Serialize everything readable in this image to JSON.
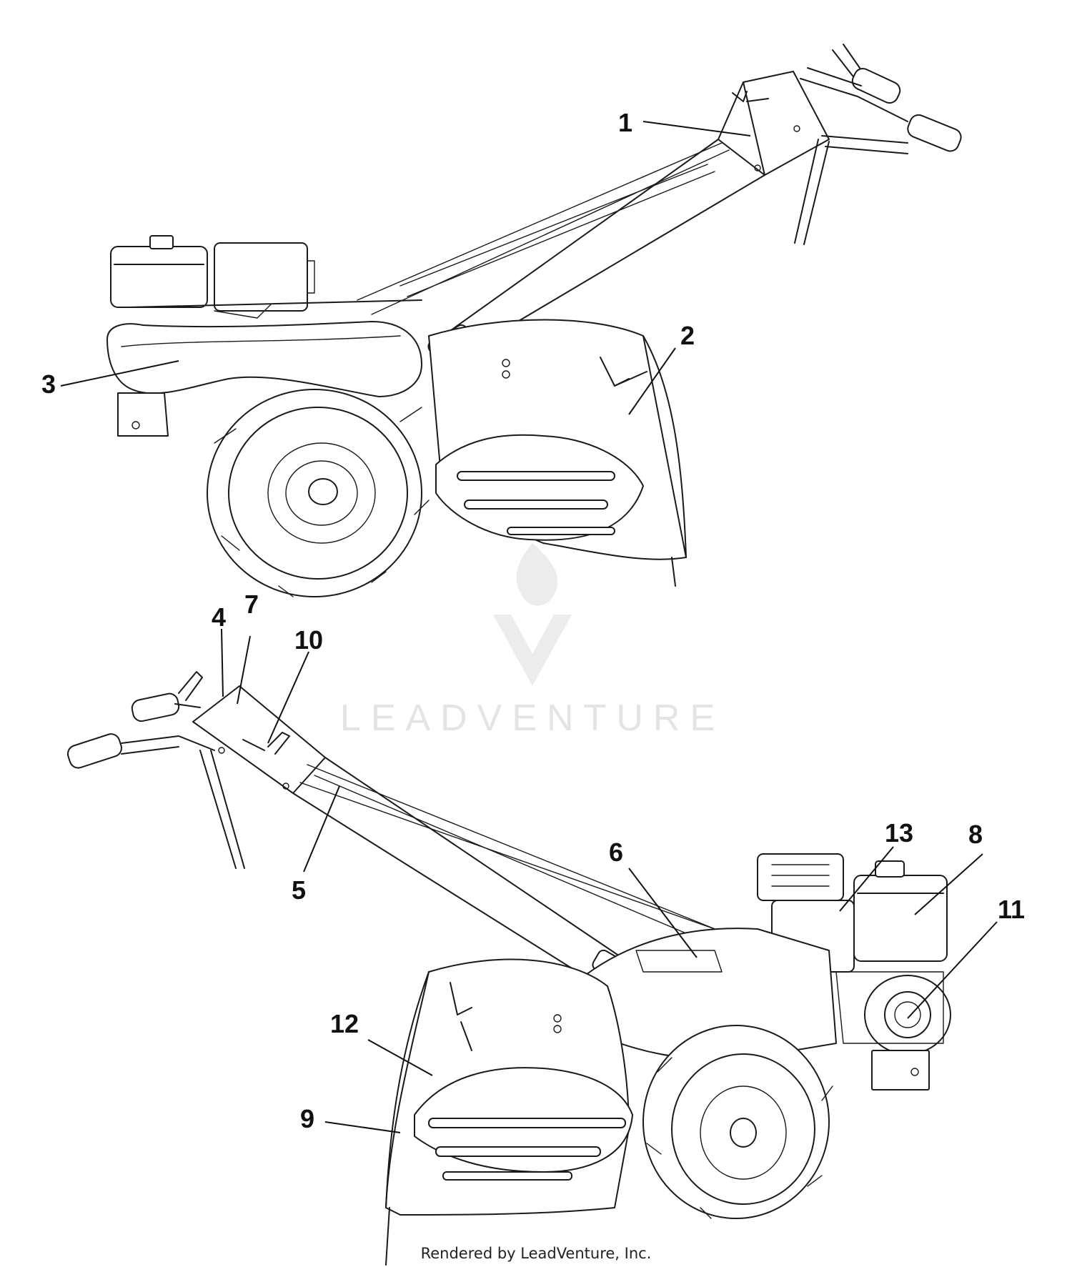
{
  "callouts": {
    "c1": "1",
    "c2": "2",
    "c3": "3",
    "c4": "4",
    "c5": "5",
    "c6": "6",
    "c7": "7",
    "c8": "8",
    "c9": "9",
    "c10": "10",
    "c11": "11",
    "c12": "12",
    "c13": "13"
  },
  "watermark": {
    "text": "LEADVENTURE",
    "color": "#e4e4e4"
  },
  "footer": {
    "text": "Rendered by LeadVenture, Inc."
  },
  "colors": {
    "line": "#1a1a1a",
    "background": "#ffffff"
  }
}
